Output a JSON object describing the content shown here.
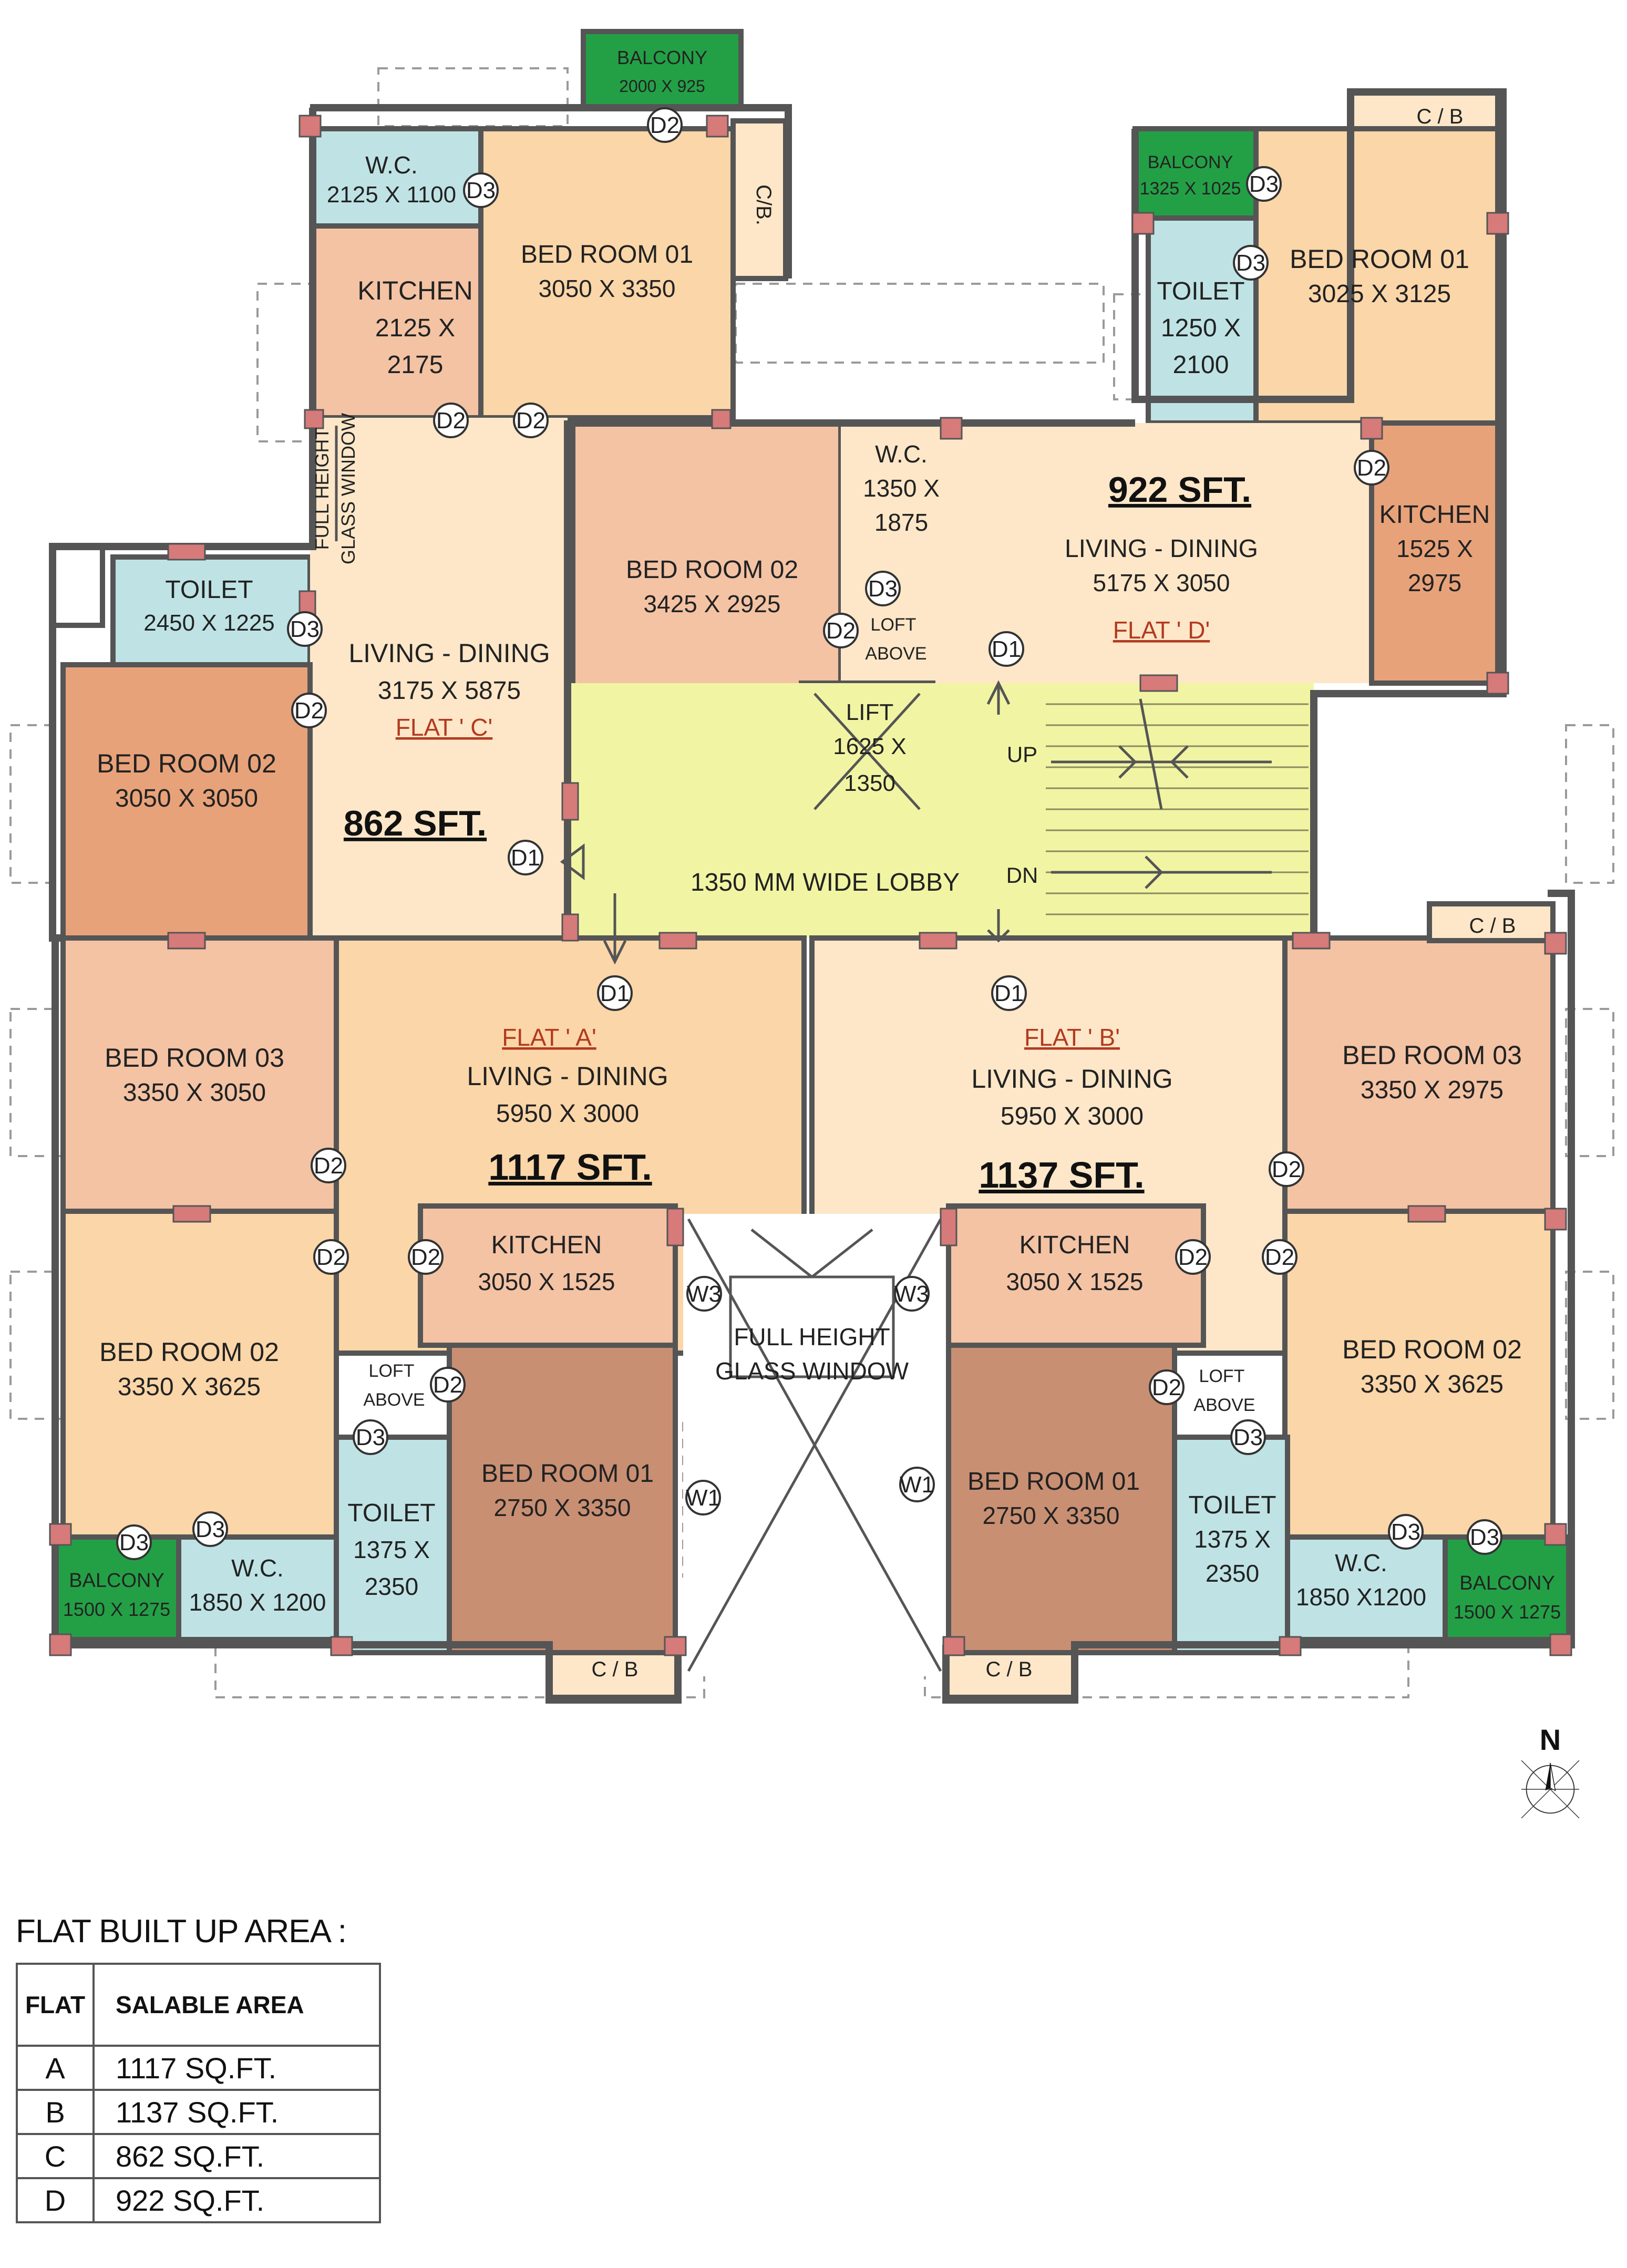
{
  "rooms": {
    "c_balcony": {
      "name": "BALCONY",
      "size": "2000 X 925"
    },
    "c_wc": {
      "name": "W.C.",
      "size": "2125 X 1100"
    },
    "c_bed1": {
      "name": "BED ROOM 01",
      "size": "3050 X 3350"
    },
    "c_cb": {
      "name": "C/B."
    },
    "c_kitchen": {
      "name": "KITCHEN",
      "size1": "2125 X",
      "size2": "2175"
    },
    "c_glass": {
      "line1": "FULL HEIGHT",
      "line2": "GLASS WINDOW"
    },
    "c_toilet": {
      "name": "TOILET",
      "size": "2450 X 1225"
    },
    "c_living": {
      "name": "LIVING - DINING",
      "size": "3175 X 5875",
      "flat": "FLAT ' C'"
    },
    "c_bed2": {
      "name": "BED ROOM 02",
      "size": "3050 X 3050"
    },
    "d_balcony": {
      "name": "BALCONY",
      "size": "1325 X 1025"
    },
    "d_cb": {
      "name": "C / B"
    },
    "d_bed1": {
      "name": "BED ROOM 01",
      "size": "3025 X 3125"
    },
    "d_toilet": {
      "name": "TOILET",
      "size1": "1250 X",
      "size2": "2100"
    },
    "d_bed2": {
      "name": "BED ROOM 02",
      "size": "3425 X 2925"
    },
    "d_wc": {
      "name": "W.C.",
      "size1": "1350 X",
      "size2": "1875"
    },
    "d_living": {
      "name": "LIVING - DINING",
      "size": "5175 X 3050",
      "flat": "FLAT ' D'"
    },
    "d_kitchen": {
      "name": "KITCHEN",
      "size1": "1525 X",
      "size2": "2975"
    },
    "loft_d": {
      "line1": "LOFT",
      "line2": "ABOVE"
    },
    "lift": {
      "name": "LIFT",
      "size1": "1625 X",
      "size2": "1350"
    },
    "lobby": {
      "name": "1350 MM WIDE LOBBY"
    },
    "stair": {
      "up": "UP",
      "dn": "DN"
    },
    "a_bed3": {
      "name": "BED ROOM 03",
      "size": "3350 X 3050"
    },
    "a_living": {
      "name": "LIVING - DINING",
      "size": "5950 X 3000",
      "flat": "FLAT ' A'"
    },
    "a_bed2": {
      "name": "BED ROOM 02",
      "size": "3350 X 3625"
    },
    "a_kitchen": {
      "name": "KITCHEN",
      "size": "3050 X 1525"
    },
    "a_loft": {
      "line1": "LOFT",
      "line2": "ABOVE"
    },
    "a_bed1": {
      "name": "BED ROOM 01",
      "size": "2750 X 3350"
    },
    "a_toilet": {
      "name": "TOILET",
      "size1": "1375 X",
      "size2": "2350"
    },
    "a_wc": {
      "name": "W.C.",
      "size": "1850 X 1200"
    },
    "a_balcony": {
      "name": "BALCONY",
      "size": "1500 X 1275"
    },
    "a_cb": {
      "name": "C / B"
    },
    "b_living": {
      "name": "LIVING - DINING",
      "size": "5950 X 3000",
      "flat": "FLAT ' B'"
    },
    "b_bed3": {
      "name": "BED ROOM 03",
      "size": "3350 X 2975"
    },
    "b_cb": {
      "name": "C / B"
    },
    "b_kitchen": {
      "name": "KITCHEN",
      "size": "3050 X 1525"
    },
    "b_bed2": {
      "name": "BED ROOM 02",
      "size": "3350 X 3625"
    },
    "b_loft": {
      "line1": "LOFT",
      "line2": "ABOVE"
    },
    "b_bed1": {
      "name": "BED ROOM 01",
      "size": "2750 X 3350"
    },
    "b_toilet": {
      "name": "TOILET",
      "size1": "1375 X",
      "size2": "2350"
    },
    "b_wc": {
      "name": "W.C.",
      "size": "1850 X1200"
    },
    "b_balcony": {
      "name": "BALCONY",
      "size": "1500 X 1275"
    },
    "b_cb2": {
      "name": "C / B"
    },
    "center_glass": {
      "line1": "FULL HEIGHT",
      "line2": "GLASS WINDOW"
    }
  },
  "areas": {
    "a": "1117 SFT.",
    "b": "1137 SFT.",
    "c": "862 SFT.",
    "d": "922 SFT."
  },
  "tags": {
    "d1": "D1",
    "d2": "D2",
    "d3": "D3",
    "w1": "W1",
    "w3": "W3"
  },
  "compass": {
    "north": "N"
  },
  "legend": {
    "title": "FLAT BUILT UP AREA :",
    "col_flat": "FLAT",
    "col_area": "SALABLE AREA",
    "rows": [
      {
        "flat": "A",
        "area": "1117 SQ.FT."
      },
      {
        "flat": "B",
        "area": "1137 SQ.FT."
      },
      {
        "flat": "C",
        "area": "862 SQ.FT."
      },
      {
        "flat": "D",
        "area": "922 SQ.FT."
      }
    ]
  },
  "colors": {
    "peach": "#fbd6a8",
    "light_peach": "#fde7c8",
    "salmon": "#f3c3a4",
    "terracotta": "#e8a27a",
    "brown": "#c98f73",
    "aqua": "#bfe3e5",
    "green": "#23a046",
    "yellow": "#f1f5a3",
    "wall": "#555555",
    "pink_pillar": "#d67a7a"
  }
}
